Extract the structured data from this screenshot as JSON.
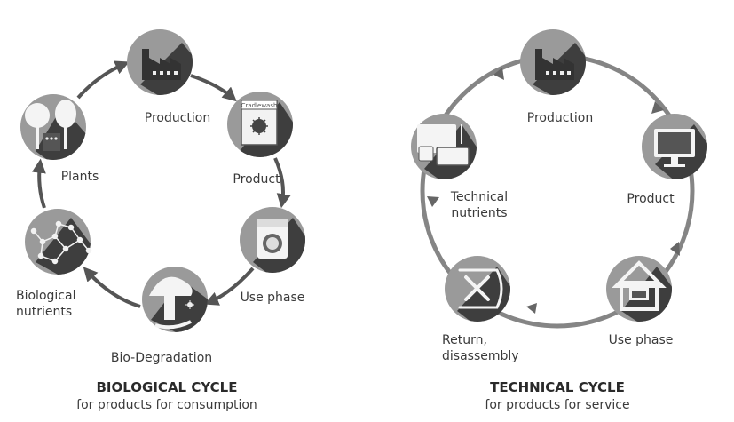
{
  "bio": {
    "title": "BIOLOGICAL CYCLE",
    "subtitle": "for products for consumption",
    "nodes": {
      "production": "Production",
      "product": "Product",
      "use_phase": "Use phase",
      "bio_degradation": "Bio-Degradation",
      "bio_nutrients_1": "Biological",
      "bio_nutrients_2": "nutrients",
      "plants": "Plants"
    },
    "box_text": "Cradlewash"
  },
  "tech": {
    "title": "TECHNICAL CYCLE",
    "subtitle": "for products for service",
    "nodes": {
      "production": "Production",
      "product": "Product",
      "use_phase": "Use phase",
      "return_1": "Return,",
      "return_2": "disassembly",
      "tech_nutrients_1": "Technical",
      "tech_nutrients_2": "nutrients"
    }
  },
  "colors": {
    "circle": "#9a9a9a",
    "shadow": "#3e3e3e",
    "ring": "#858585",
    "text": "#3a3a3a"
  },
  "icons": [
    "factory-icon",
    "detergent-box-icon",
    "washing-machine-icon",
    "mushroom-icon",
    "molecule-icon",
    "trees-icon",
    "factory-icon",
    "monitor-icon",
    "house-icon",
    "tools-icon",
    "devices-icon"
  ]
}
